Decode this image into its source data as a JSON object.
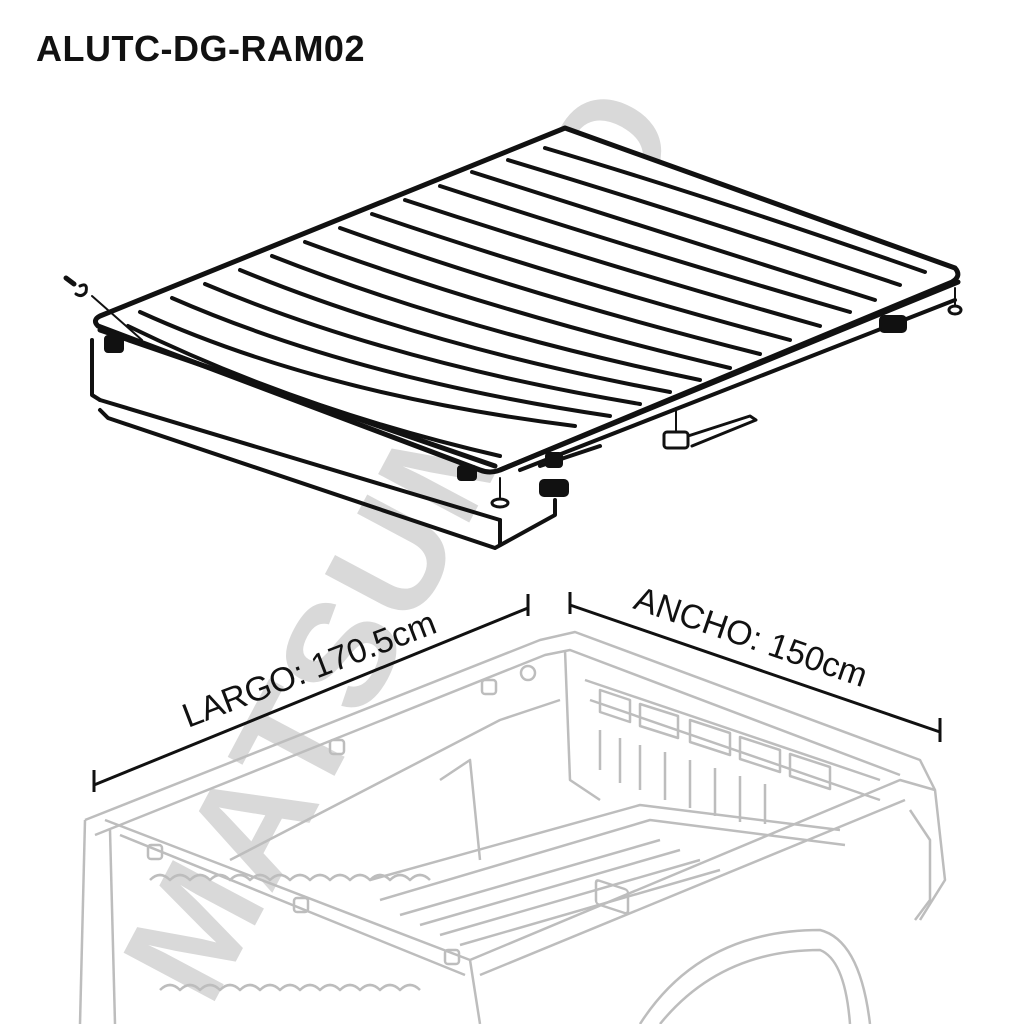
{
  "title": "ALUTC-DG-RAM02",
  "watermark": "MATSUMOTO",
  "dimensions": {
    "length": {
      "label": "LARGO: 170.5cm",
      "name": "LARGO",
      "value": 170.5,
      "unit": "cm"
    },
    "width": {
      "label": "ANCHO: 150cm",
      "name": "ANCHO",
      "value": 150,
      "unit": "cm"
    }
  },
  "illustrations": {
    "cover": "tonneau-cover-panels",
    "truck": "pickup-truck-bed"
  },
  "colors": {
    "ink": "#111111",
    "truck_line": "#bdbdbd",
    "watermark": "#d9d9d9",
    "background": "#ffffff"
  }
}
